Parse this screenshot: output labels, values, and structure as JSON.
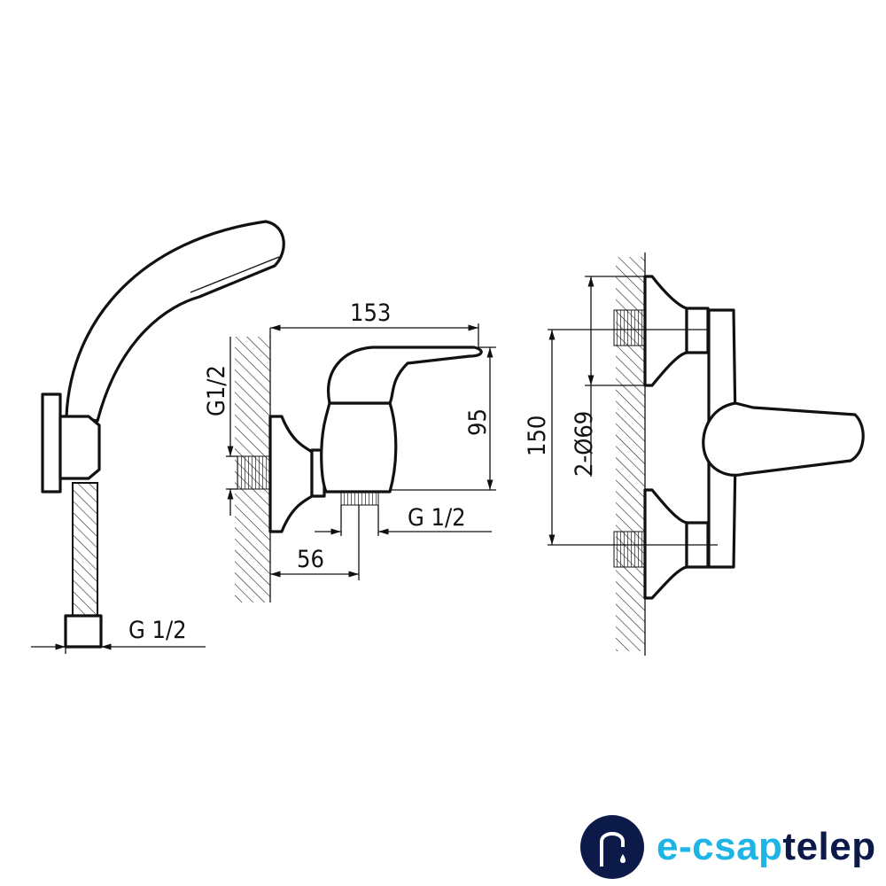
{
  "dimensions": {
    "hose_thread": "G 1/2",
    "width": "153",
    "height": "95",
    "inlet_thread": "G1/2",
    "outlet_thread": "G 1/2",
    "outlet_offset": "56",
    "center_distance": "150",
    "flange": "2-Ø69"
  },
  "logo": {
    "part1": "e-csap",
    "part2": "telep"
  }
}
